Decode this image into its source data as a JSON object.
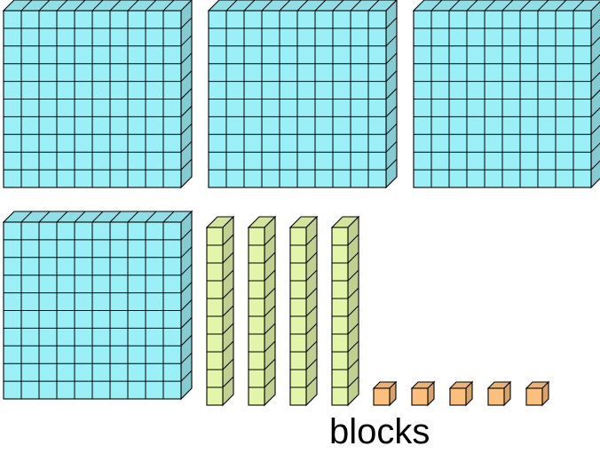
{
  "caption": "blocks",
  "blocks": {
    "hundreds": 4,
    "tens": 4,
    "ones": 5
  },
  "colors": {
    "hundreds_fill": "#9BEFF7",
    "tens_fill": "#E3F5A8",
    "ones_fill": "#FCC07E",
    "stroke": "#000000"
  }
}
